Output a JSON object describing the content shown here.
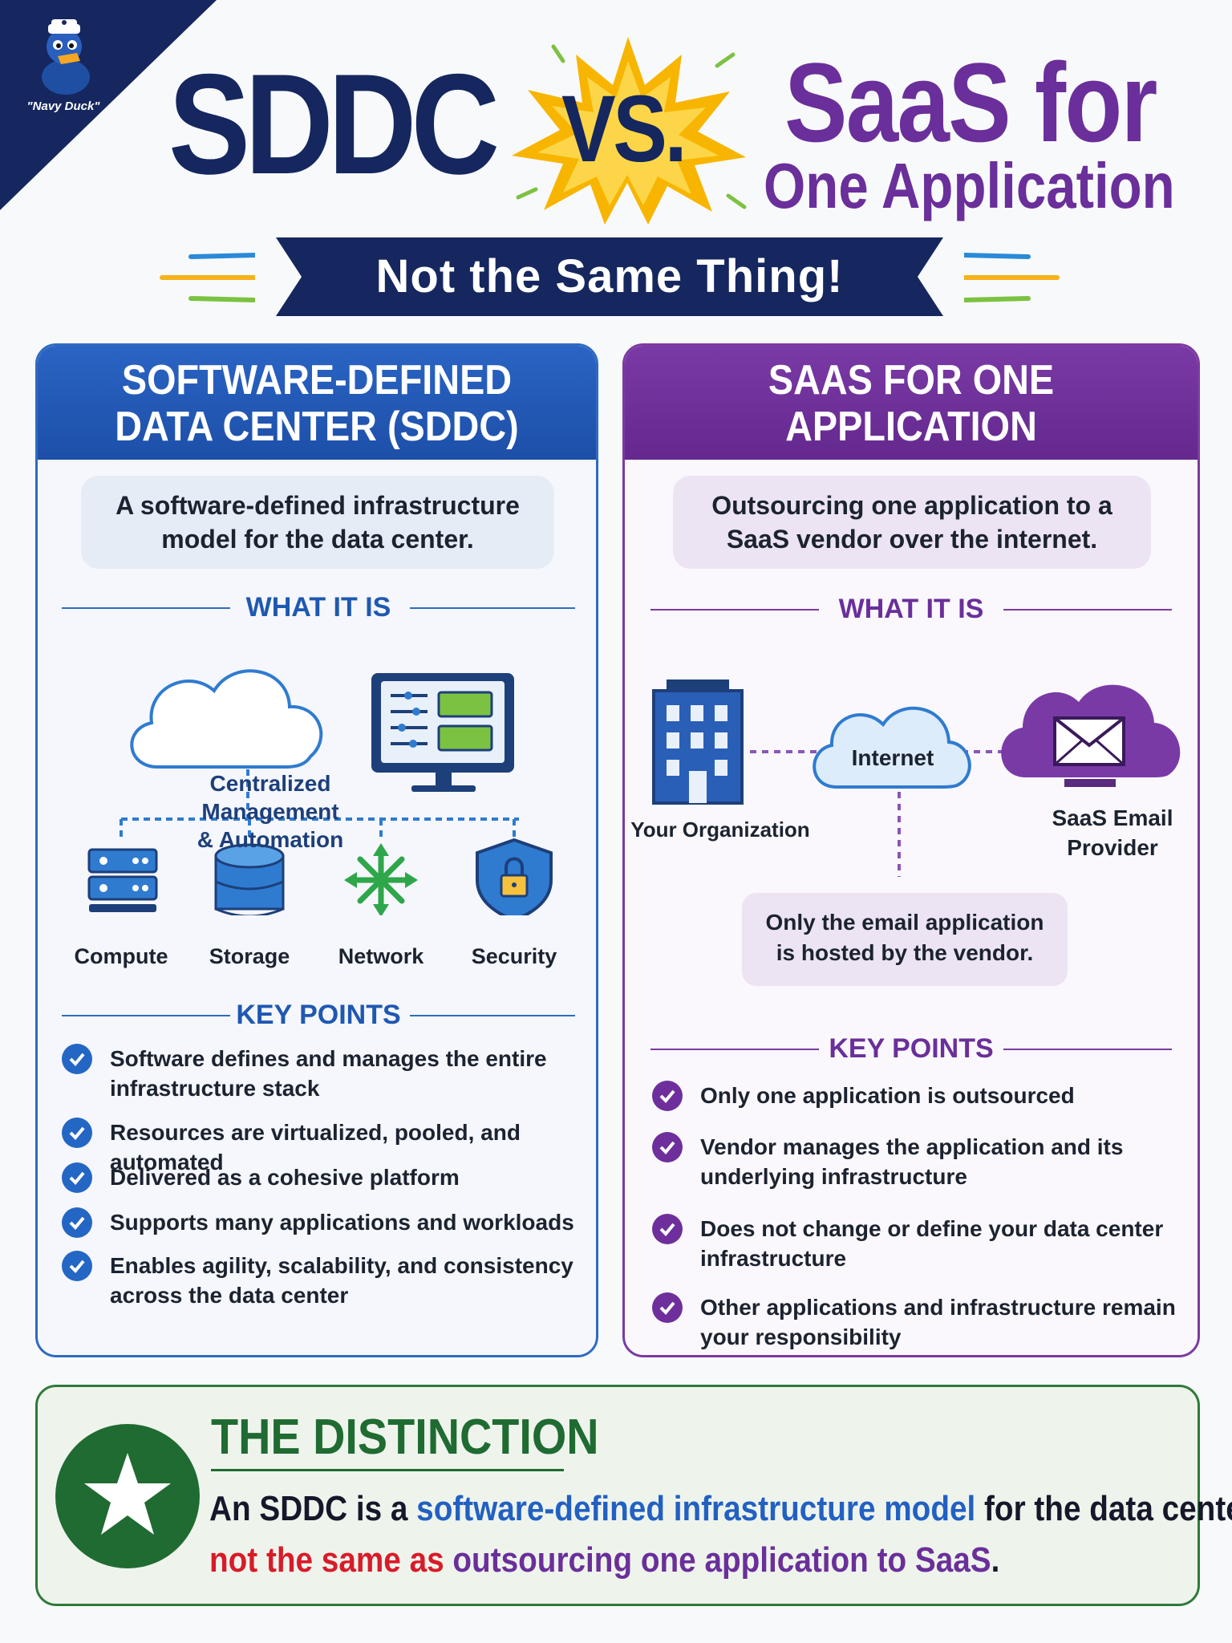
{
  "logo": {
    "label": "\"Navy Duck\""
  },
  "title": {
    "left": "SDDC",
    "vs": "VS.",
    "right_line1": "SaaS for",
    "right_line2": "One Application",
    "banner": "Not the Same Thing!"
  },
  "left_panel": {
    "heading_line1": "SOFTWARE-DEFINED",
    "heading_line2": "DATA CENTER (SDDC)",
    "summary_line1": "A software-defined infrastructure",
    "summary_line2": "model for the data center.",
    "what_it_is": "WHAT IT IS",
    "cloud_line1": "Centralized",
    "cloud_line2": "Management",
    "cloud_line3": "& Automation",
    "components": [
      "Compute",
      "Storage",
      "Network",
      "Security"
    ],
    "key_points_heading": "KEY POINTS",
    "key_points": [
      [
        "Software defines and manages the entire",
        "infrastructure stack"
      ],
      [
        "Resources are virtualized, pooled, and automated"
      ],
      [
        "Delivered as a cohesive platform"
      ],
      [
        "Supports many applications and workloads"
      ],
      [
        "Enables agility, scalability, and consistency",
        "across the data center"
      ]
    ]
  },
  "right_panel": {
    "heading_line1": "SAAS FOR ONE",
    "heading_line2": "APPLICATION",
    "summary_line1": "Outsourcing one application to a",
    "summary_line2": "SaaS vendor over the internet.",
    "what_it_is": "WHAT IT IS",
    "organization_label": "Your Organization",
    "internet_label": "Internet",
    "provider_line1": "SaaS Email",
    "provider_line2": "Provider",
    "note_line1": "Only the email application",
    "note_line2": "is hosted by the vendor.",
    "key_points_heading": "KEY POINTS",
    "key_points": [
      [
        "Only one application is outsourced"
      ],
      [
        "Vendor manages the application and its",
        "underlying infrastructure"
      ],
      [
        "Does not change or define your data center",
        "infrastructure"
      ],
      [
        "Other applications and infrastructure remain",
        "your responsibility"
      ]
    ]
  },
  "distinction": {
    "title": "THE DISTINCTION",
    "line1_a": "An SDDC is a ",
    "line1_b": "software-defined infrastructure model",
    "line1_c": " for the data center,",
    "line2_a": "not the same as ",
    "line2_b": "outsourcing one application to SaaS",
    "line2_c": "."
  },
  "colors": {
    "navy": "#15275e",
    "sddc_blue": "#2466c4",
    "saas_purple": "#6e2f9c",
    "distinction_green": "#1f6b32",
    "emphasis_red": "#d81b2a",
    "burst_yellow": "#f7b500"
  },
  "icons": {
    "logo": "duck-mascot-icon",
    "server": "server-rack-icon",
    "storage": "database-icon",
    "network": "network-arrows-icon",
    "security": "shield-lock-icon",
    "monitor": "monitor-dashboard-icon",
    "building": "office-building-icon",
    "email": "envelope-cloud-icon",
    "check": "check-circle-icon",
    "star": "star-icon"
  }
}
